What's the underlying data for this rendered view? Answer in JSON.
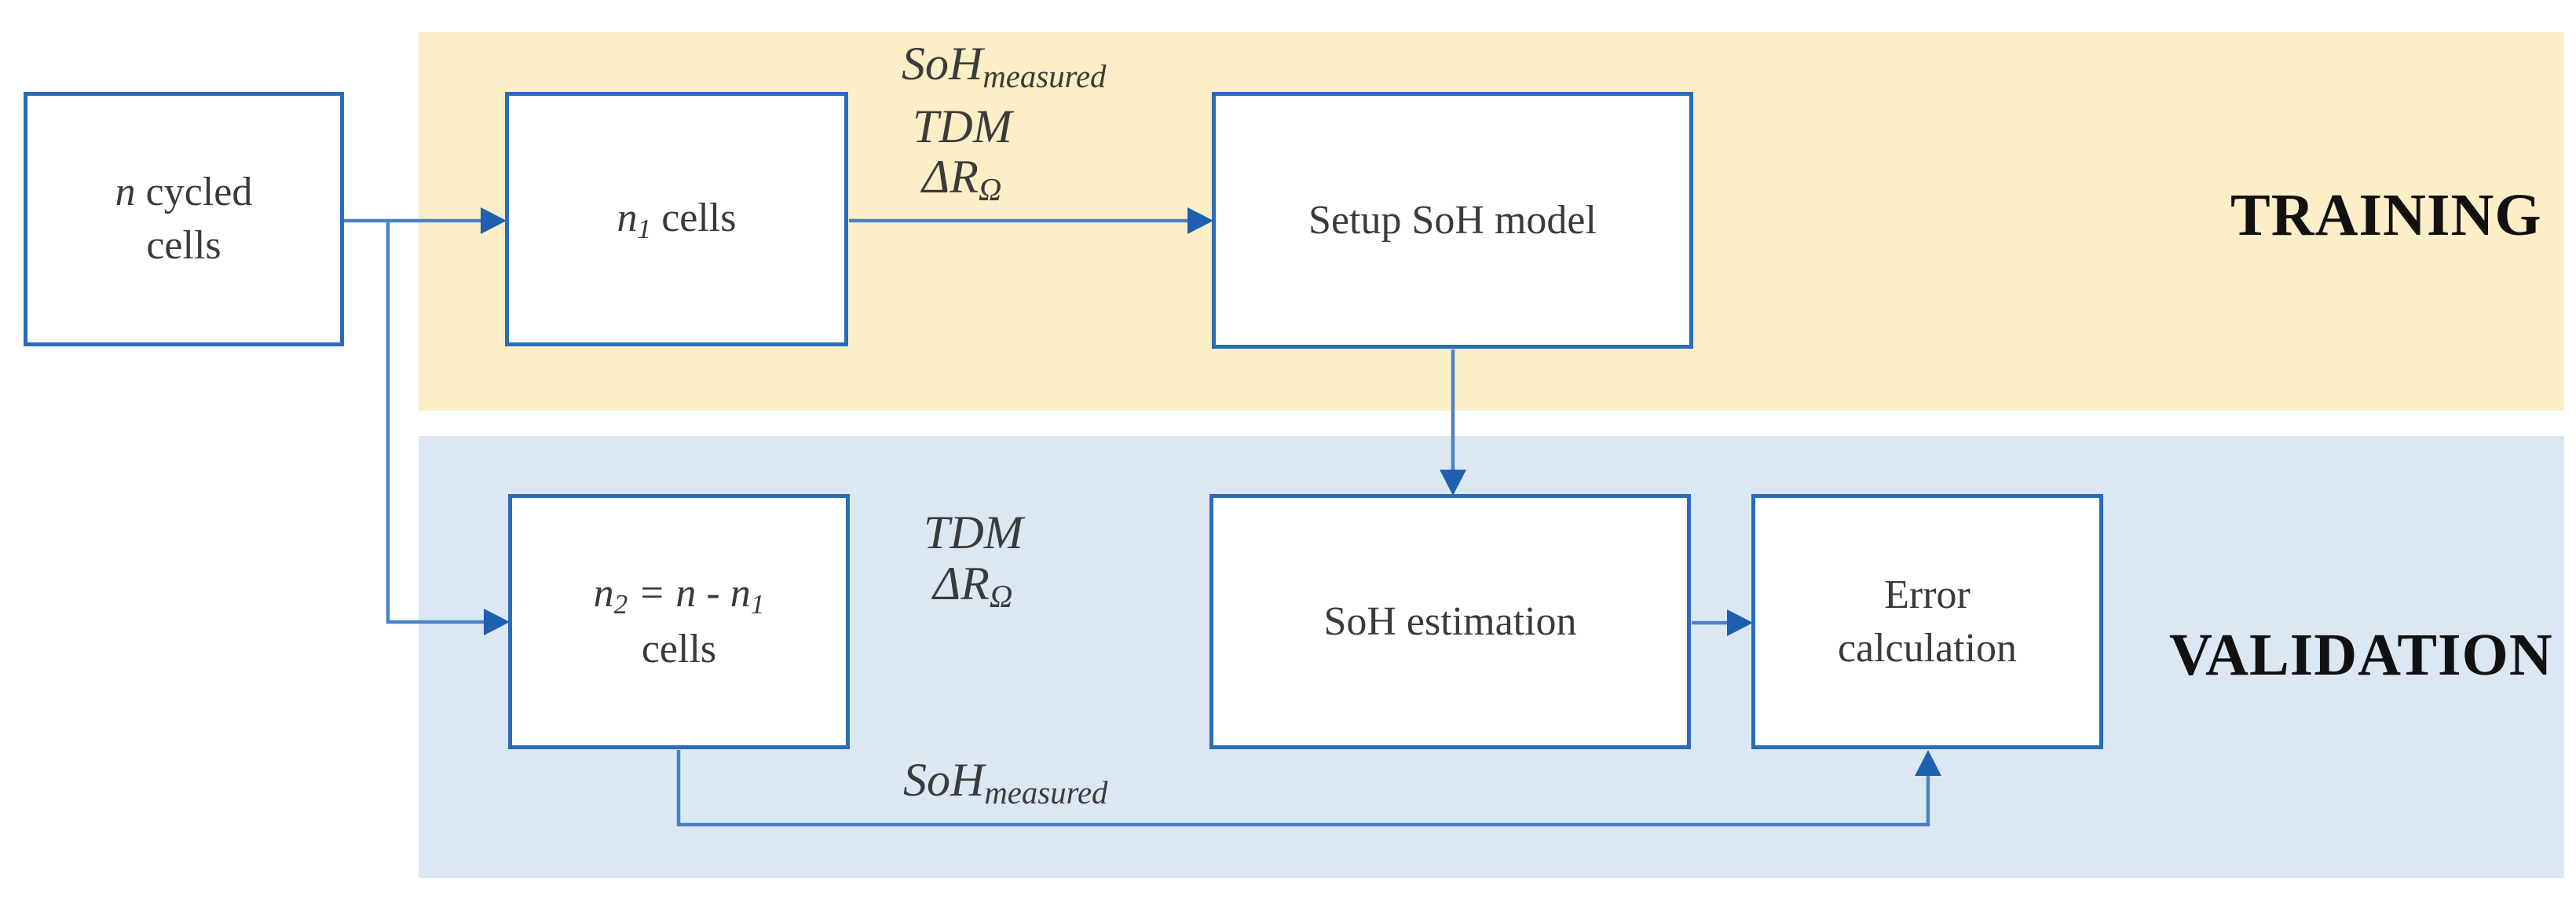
{
  "bands": {
    "training": {
      "label": "TRAINING"
    },
    "validation": {
      "label": "VALIDATION"
    }
  },
  "boxes": {
    "n_cycled": {
      "line1_italic": "n",
      "line1_rest": " cycled",
      "line2": "cells"
    },
    "n1": {
      "base": "n",
      "sub": "1",
      "rest": " cells"
    },
    "setup": {
      "label": "Setup SoH model"
    },
    "n2": {
      "base": "n",
      "sub": "2",
      "mid": " = n - n",
      "sub2": "1",
      "line2": "cells"
    },
    "soh_estimation": {
      "label": "SoH estimation"
    },
    "error": {
      "line1": "Error",
      "line2": "calculation"
    }
  },
  "edge_labels": {
    "training_inputs": {
      "soh_base": "SoH",
      "soh_sub": "measured",
      "tdm": "TDM",
      "dr_base": "ΔR",
      "dr_sub": "Ω"
    },
    "validation_inputs": {
      "tdm": "TDM",
      "dr_base": "ΔR",
      "dr_sub": "Ω"
    },
    "validation_feedback": {
      "soh_base": "SoH",
      "soh_sub": "measured"
    }
  },
  "colors": {
    "training_band": "#FCEEC6",
    "validation_band": "#DBE8F4",
    "box_border": "#2B6CB8",
    "arrow_line": "#4A82C4",
    "arrow_head": "#1E5FAF",
    "label_text": "#3B3B3B",
    "band_label_text": "#111111"
  }
}
